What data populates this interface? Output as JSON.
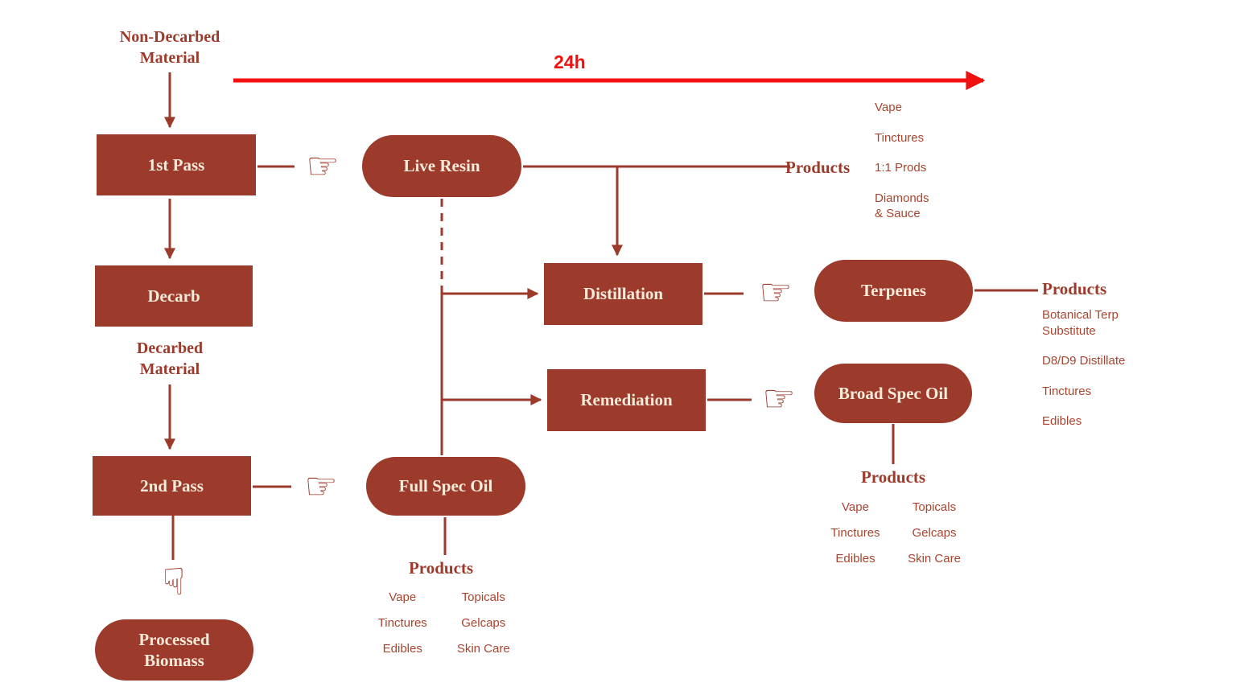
{
  "colors": {
    "maroon": "#9c3a2b",
    "arrow_red": "#f01010",
    "node_text": "#f6ead9"
  },
  "timeline": {
    "label": "24h"
  },
  "icons": {
    "pointer_right": "☞",
    "pointer_down": "☟"
  },
  "nodes": {
    "non_decarbed_material": "Non-Decarbed\nMaterial",
    "first_pass": "1st Pass",
    "decarb": "Decarb",
    "decarbed_material": "Decarbed\nMaterial",
    "second_pass": "2nd Pass",
    "processed_biomass": "Processed\nBiomass",
    "live_resin": "Live Resin",
    "full_spec_oil": "Full Spec Oil",
    "distillation": "Distillation",
    "remediation": "Remediation",
    "terpenes": "Terpenes",
    "broad_spec_oil": "Broad Spec Oil"
  },
  "products": {
    "live_resin": {
      "heading": "Products",
      "items": [
        "Vape",
        "Tinctures",
        "1:1 Prods",
        "Diamonds\n& Sauce"
      ]
    },
    "terpenes": {
      "heading": "Products",
      "items": [
        "Botanical Terp\nSubstitute",
        "D8/D9 Distillate",
        "Tinctures",
        "Edibles"
      ]
    },
    "full_spec_oil": {
      "heading": "Products",
      "left": [
        "Vape",
        "Tinctures",
        "Edibles"
      ],
      "right": [
        "Topicals",
        "Gelcaps",
        "Skin Care"
      ]
    },
    "broad_spec_oil": {
      "heading": "Products",
      "left": [
        "Vape",
        "Tinctures",
        "Edibles"
      ],
      "right": [
        "Topicals",
        "Gelcaps",
        "Skin Care"
      ]
    }
  }
}
